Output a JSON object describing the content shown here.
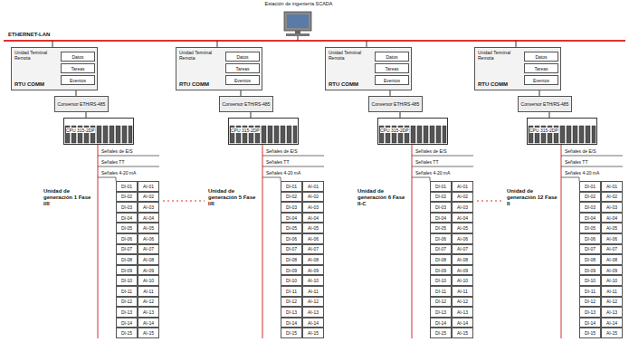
{
  "diagram": {
    "nodes": [
      {
        "text": [
          "Estación de ingeniería SCADA"
        ]
      },
      {
        "text": [
          "Unidad Terminal Remota",
          "RTU COMM"
        ]
      },
      {
        "text": [
          "Datos"
        ],
        "in": 1
      },
      {
        "text": [
          "Tareas"
        ],
        "in": 1
      },
      {
        "text": [
          "Eventos"
        ],
        "in": 1
      },
      {
        "text": [
          "Conversor ETH/RS-485"
        ]
      },
      {
        "text": [
          "CPU 315-2DP"
        ]
      },
      {
        "text": [
          "Unidad Terminal Remota",
          "RTU COMM"
        ]
      },
      {
        "text": [
          "Datos"
        ],
        "in": 7
      },
      {
        "text": [
          "Tareas"
        ],
        "in": 7
      },
      {
        "text": [
          "Eventos"
        ],
        "in": 7
      },
      {
        "text": [
          "Conversor ETH/RS-485"
        ]
      },
      {
        "text": [
          "CPU 315-2DP"
        ]
      },
      {
        "text": [
          "Unidad Terminal Remota",
          "RTU COMM"
        ]
      },
      {
        "text": [
          "Datos"
        ],
        "in": 13
      },
      {
        "text": [
          "Tareas"
        ],
        "in": 13
      },
      {
        "text": [
          "Eventos"
        ],
        "in": 13
      },
      {
        "text": [
          "Conversor ETH/RS-485"
        ]
      },
      {
        "text": [
          "CPU 315-2DP"
        ]
      },
      {
        "text": [
          "Unidad Terminal Remota",
          "RTU COMM"
        ]
      },
      {
        "text": [
          "Datos"
        ],
        "in": 19
      },
      {
        "text": [
          "Tareas"
        ],
        "in": 19
      },
      {
        "text": [
          "Eventos"
        ],
        "in": 19
      },
      {
        "text": [
          "Conversor ETH/RS-485"
        ]
      },
      {
        "text": [
          "CPU 315-2DP"
        ]
      }
    ],
    "edges": [
      {
        "from": 1,
        "to": 5,
        "arrow": "none"
      },
      {
        "from": 5,
        "to": 6,
        "arrow": "none"
      },
      {
        "from": 7,
        "to": 11,
        "arrow": "none"
      },
      {
        "from": 11,
        "to": 12,
        "arrow": "none"
      },
      {
        "from": 13,
        "to": 17,
        "arrow": "none"
      },
      {
        "from": 17,
        "to": 18,
        "arrow": "none"
      },
      {
        "from": 19,
        "to": 23,
        "arrow": "none"
      },
      {
        "from": 23,
        "to": 24,
        "arrow": "none"
      }
    ],
    "labels": [
      "ETHERNET-LAN",
      "Señales de E/S",
      "Señales TT",
      "Señales 4-20 mA",
      "Unidad de generación 1 Fase I/II",
      "DI-01",
      "DI-02",
      "DI-03",
      "DI-04",
      "DI-05",
      "DI-06",
      "DI-07",
      "DI-08",
      "DI-09",
      "DI-10",
      "DI-11",
      "DI-12",
      "DI-13",
      "DI-14",
      "DI-15",
      "AI-01",
      "AI-02",
      "AI-03",
      "AI-04",
      "AI-05",
      "AI-06",
      "AI-07",
      "AI-08",
      "AI-09",
      "AI-10",
      "AI-11",
      "AI-12",
      "AI-13",
      "AI-14",
      "AI-15",
      "Señales de E/S",
      "Señales TT",
      "Señales 4-20 mA",
      "Unidad de generación 5 Fase I/II",
      "DI-01",
      "DI-02",
      "DI-03",
      "DI-04",
      "DI-05",
      "DI-06",
      "DI-07",
      "DI-08",
      "DI-09",
      "DI-10",
      "DI-11",
      "DI-12",
      "DI-13",
      "DI-14",
      "DI-15",
      "AI-01",
      "AI-02",
      "AI-03",
      "AI-04",
      "AI-05",
      "AI-06",
      "AI-07",
      "AI-08",
      "AI-09",
      "AI-10",
      "AI-11",
      "AI-12",
      "AI-13",
      "AI-14",
      "AI-15",
      "Señales de E/S",
      "Señales TT",
      "Señales 4-20 mA",
      "Unidad de generación 6 Fase II-C",
      "DI-01",
      "DI-02",
      "DI-03",
      "DI-04",
      "DI-05",
      "DI-06",
      "DI-07",
      "DI-08",
      "DI-09",
      "DI-10",
      "DI-11",
      "DI-12",
      "DI-13",
      "DI-14",
      "DI-15",
      "AI-01",
      "AI-02",
      "AI-03",
      "AI-04",
      "AI-05",
      "AI-06",
      "AI-07",
      "AI-08",
      "AI-09",
      "AI-10",
      "AI-11",
      "AI-12",
      "AI-13",
      "AI-14",
      "AI-15",
      "Señales de E/S",
      "Señales TT",
      "Señales 4-20 mA",
      "Unidad de generación 12 Fase II",
      "DI-01",
      "DI-02",
      "DI-03",
      "DI-04",
      "DI-05",
      "DI-06",
      "DI-07",
      "DI-08",
      "DI-09",
      "DI-10",
      "DI-11",
      "DI-12",
      "DI-13",
      "DI-14",
      "DI-15",
      "AI-01",
      "AI-02",
      "AI-03",
      "AI-04",
      "AI-05",
      "AI-06",
      "AI-07",
      "AI-08",
      "AI-09",
      "AI-10",
      "AI-11",
      "AI-12",
      "AI-13",
      "AI-14",
      "AI-15"
    ]
  }
}
